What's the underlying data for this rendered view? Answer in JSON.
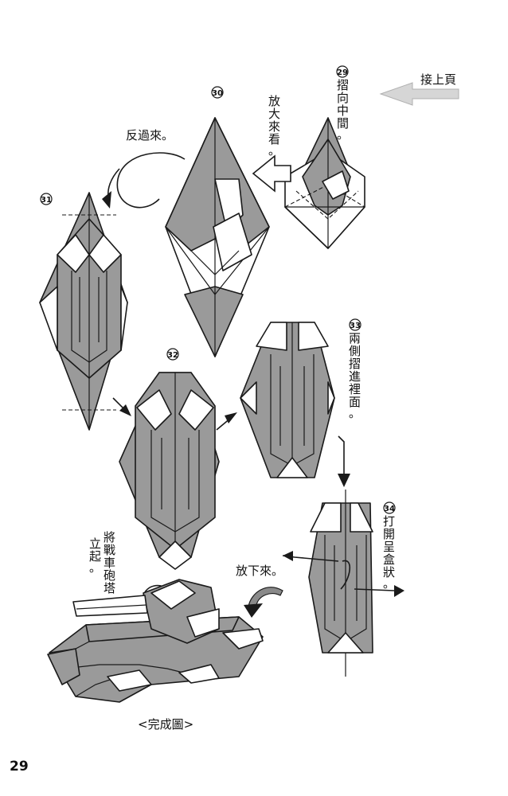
{
  "steps": {
    "s29": {
      "number": "29",
      "text": [
        "摺",
        "向",
        "中",
        "間",
        "。"
      ]
    },
    "s30": {
      "number": "30",
      "text": [
        "放",
        "大",
        "來",
        "看",
        "。"
      ]
    },
    "s31": {
      "number": "31"
    },
    "s32": {
      "number": "32"
    },
    "s33": {
      "number": "33",
      "text": [
        "兩",
        "側",
        "摺",
        "進",
        "裡",
        "面",
        "。"
      ]
    },
    "s34": {
      "number": "34",
      "text": [
        "打",
        "開",
        "呈",
        "盒",
        "狀",
        "。"
      ]
    }
  },
  "labels": {
    "continue": "接上頁",
    "flip_over": "反過來。",
    "lower": "放下來。",
    "turret_col1": [
      "將",
      "戰",
      "車",
      "砲",
      "塔"
    ],
    "turret_col2": [
      "立",
      "起",
      "。"
    ],
    "complete": "<完成圖>"
  },
  "page_number": "29",
  "colors": {
    "paper": "#9a9a9a",
    "ink": "#1a1a1a",
    "background": "#ffffff"
  }
}
